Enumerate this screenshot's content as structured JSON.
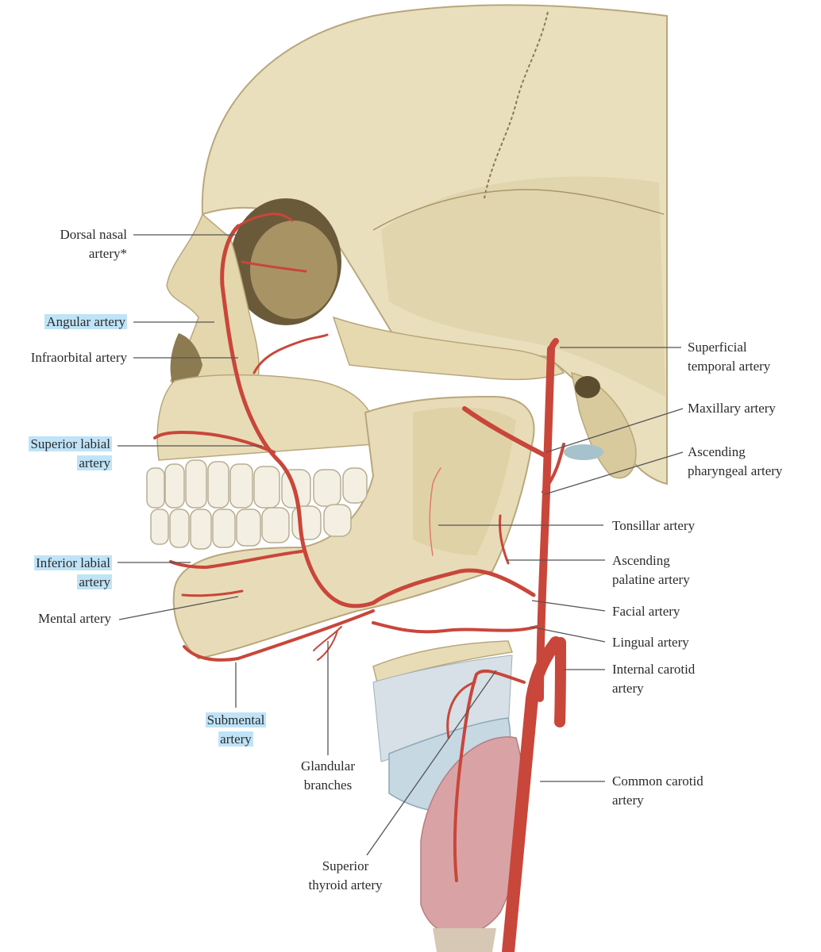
{
  "labels": {
    "dorsal_nasal": [
      "Dorsal nasal",
      "artery*"
    ],
    "angular": [
      "Angular artery"
    ],
    "infraorbital": [
      "Infraorbital artery"
    ],
    "superior_labial": [
      "Superior labial",
      "artery"
    ],
    "inferior_labial": [
      "Inferior labial",
      "artery"
    ],
    "mental": [
      "Mental artery"
    ],
    "submental": [
      "Submental",
      "artery"
    ],
    "glandular": [
      "Glandular",
      "branches"
    ],
    "superior_thyroid": [
      "Superior",
      "thyroid artery"
    ],
    "superficial_temporal": [
      "Superficial",
      "temporal artery"
    ],
    "maxillary": [
      "Maxillary artery"
    ],
    "ascending_pharyngeal": [
      "Ascending",
      "pharyngeal artery"
    ],
    "tonsillar": [
      "Tonsillar artery"
    ],
    "ascending_palatine": [
      "Ascending",
      "palatine artery"
    ],
    "facial": [
      "Facial artery"
    ],
    "lingual": [
      "Lingual artery"
    ],
    "internal_carotid": [
      "Internal carotid",
      "artery"
    ],
    "common_carotid": [
      "Common carotid",
      "artery"
    ]
  },
  "colors": {
    "bone": "#e8dcb8",
    "bone_shadow": "#c9b98c",
    "artery": "#c9463a",
    "artery_light": "#e07a66",
    "highlight": "#bfe3f7",
    "leader": "#555555",
    "cartilage": "#c9d6de",
    "gland": "#d9a3a6"
  }
}
